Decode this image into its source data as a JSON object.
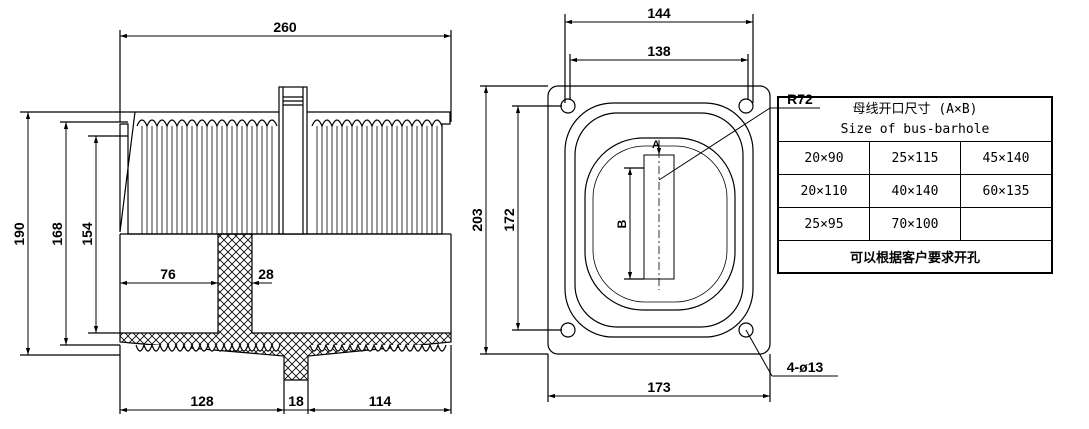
{
  "front_view": {
    "dims": {
      "overall_width": "260",
      "height_outer": "190",
      "height_mid": "168",
      "height_inner": "154",
      "inner_left": "76",
      "wall": "28",
      "bottom_left": "128",
      "bottom_mid": "18",
      "bottom_right": "114"
    }
  },
  "side_view": {
    "dims": {
      "top_outer": "144",
      "top_inner": "138",
      "radius": "R72",
      "height": "203",
      "hole_spacing": "172",
      "bottom_width": "173",
      "holes": "4-ø13",
      "label_a": "A",
      "label_b": "B"
    }
  },
  "table": {
    "title_cn": "母线开口尺寸 (A×B)",
    "title_en": "Size of bus-barhole",
    "rows": [
      [
        "20×90",
        "25×115",
        "45×140"
      ],
      [
        "20×110",
        "40×140",
        "60×135"
      ],
      [
        "25×95",
        "70×100",
        ""
      ]
    ],
    "footer": "可以根据客户要求开孔"
  }
}
